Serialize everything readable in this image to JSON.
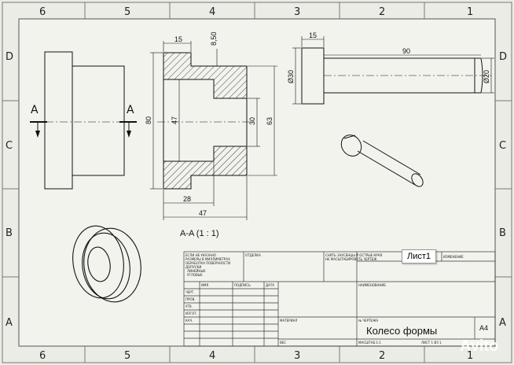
{
  "zones": {
    "top": [
      "6",
      "5",
      "4",
      "3",
      "2",
      "1"
    ],
    "bottom": [
      "6",
      "5",
      "4",
      "3",
      "2",
      "1"
    ],
    "left": [
      "D",
      "C",
      "B",
      "A"
    ],
    "right": [
      "D",
      "C",
      "B",
      "A"
    ]
  },
  "dimensions": {
    "front_15": "15",
    "front_8_50": "8,50",
    "front_80": "80",
    "front_47_inner": "47",
    "front_30": "30",
    "front_63": "63",
    "front_28": "28",
    "front_47_bottom": "47",
    "shaft_15": "15",
    "shaft_90": "90",
    "shaft_d30": "Ø30",
    "shaft_d20": "Ø20"
  },
  "section_marks": {
    "left": "A",
    "right": "A"
  },
  "section_caption": "A-A (1 : 1)",
  "title_block": {
    "part_name": "Колесо формы",
    "format": "A4",
    "tiny_labels": [
      "ЕСЛИ НЕ УКАЗАНО",
      "РАЗМЕРЫ В МИЛЛИМЕТРАХ",
      "ОБРАБОТКА ПОВЕРХНОСТИ",
      "ДОПУСКИ",
      "ЛИНЕЙНЫЕ",
      "УГЛОВЫЕ",
      "ОТДЕЛКА",
      "СНЯТЬ ЗАУСЕНЦЫ И ОСТРЫЕ КРАЯ",
      "НЕ МАСШТАБИРОВАТЬ ЧЕРТЕЖ",
      "ИЗМЕНЕНИЕ",
      "НАИМЕНОВАНИЕ",
      "№ ЧЕРТЕЖА",
      "МАСШТАБ:1:1",
      "ЛИСТ 1 ИЗ 1",
      "МАТЕРИАЛ",
      "ВЕС",
      "ИМЯ",
      "ПОДПИСЬ",
      "ДАТА",
      "ЧЕРТ.",
      "ПРОВ.",
      "УТВ.",
      "ИЗГОТ.",
      "КАЧ."
    ]
  },
  "tooltip": "Лист1",
  "watermark": "Avito"
}
